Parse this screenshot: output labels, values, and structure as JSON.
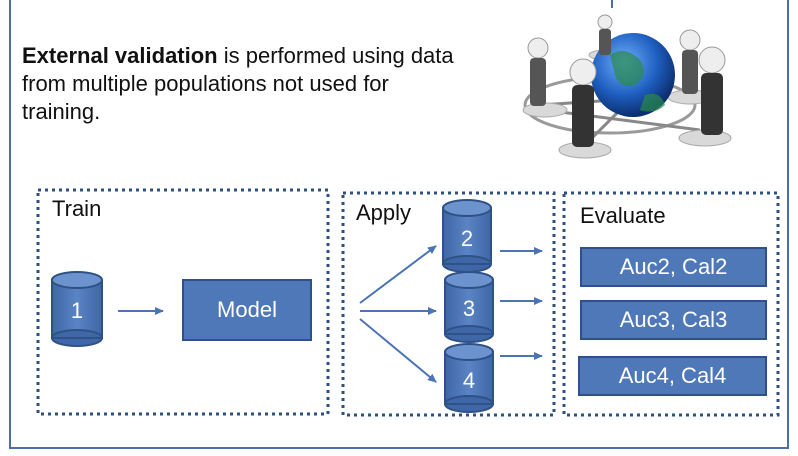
{
  "intro": {
    "bold": "External validation",
    "rest": " is performed using data from multiple populations not used for training."
  },
  "train": {
    "label": "Train",
    "dataset": "1",
    "model": "Model"
  },
  "apply": {
    "label": "Apply",
    "datasets": [
      "2",
      "3",
      "4"
    ]
  },
  "evaluate": {
    "label": "Evaluate",
    "results": [
      "Auc2, Cal2",
      "Auc3, Cal3",
      "Auc4, Cal4"
    ]
  },
  "colors": {
    "fill": "#4f78b8",
    "stroke": "#2f5286",
    "border": "#2f5286",
    "arrow": "#4a74b4"
  },
  "icons": {
    "illustration": "people-around-globe-network"
  }
}
